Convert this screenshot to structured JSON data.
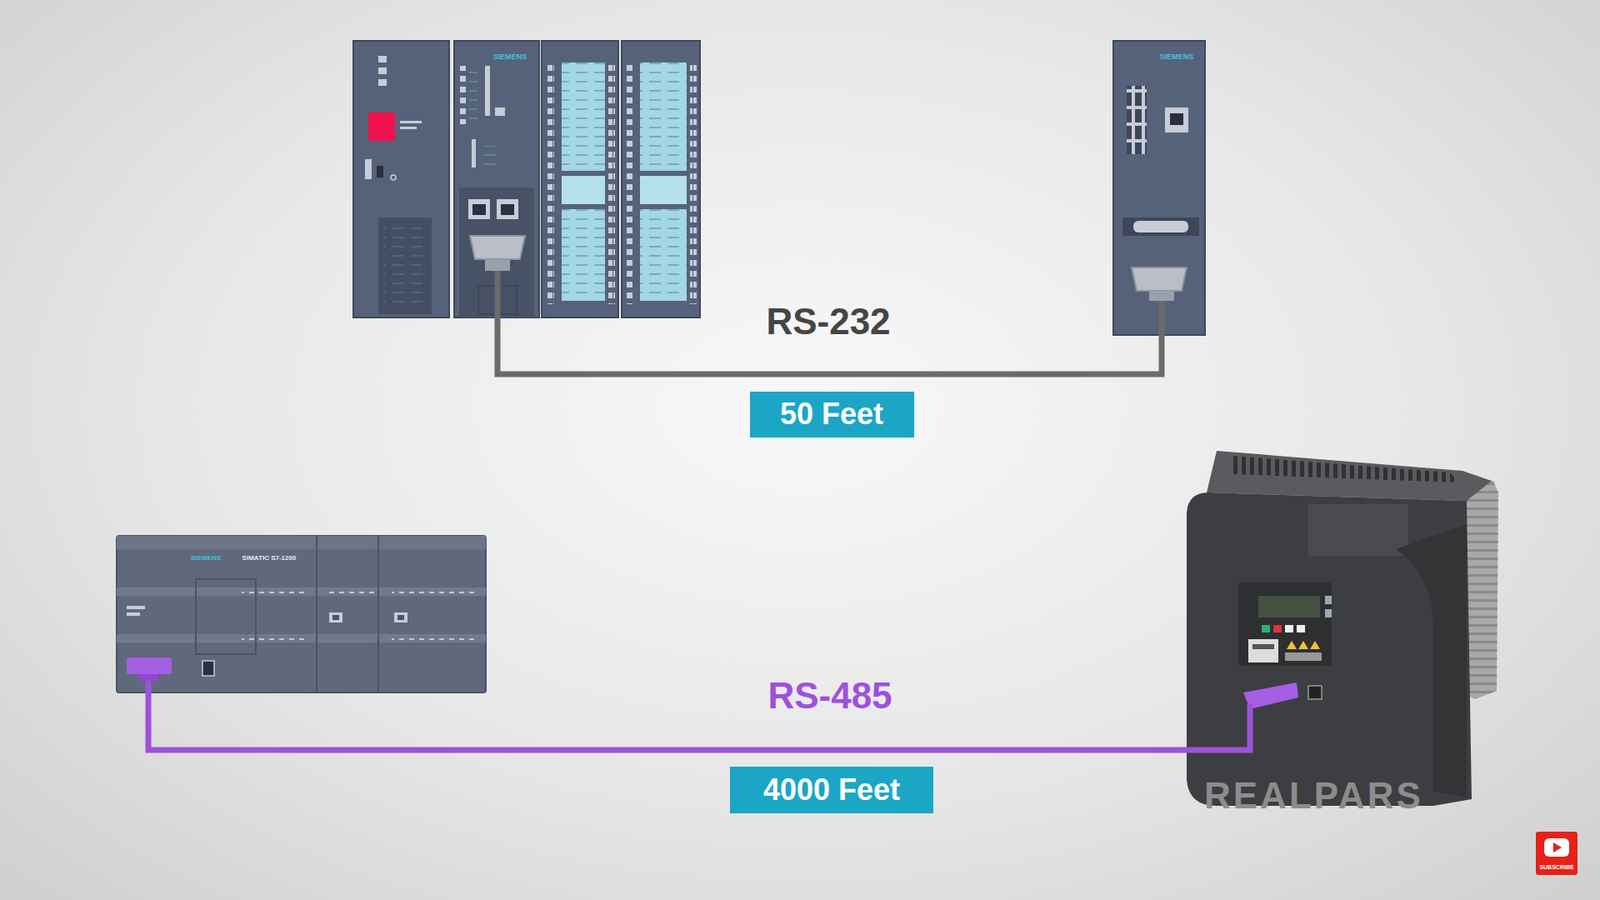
{
  "diagram": {
    "nodes": [
      {
        "text": [
          "SIEMENS"
        ]
      },
      {
        "text": [
          "SIEMENS"
        ]
      },
      {
        "text": [
          "50 Feet"
        ]
      },
      {
        "text": []
      },
      {
        "text": [
          "SIEMENS",
          "SIMATIC S7-1200"
        ]
      },
      {
        "text": [
          "4000 Feet"
        ]
      }
    ],
    "edges": [
      {
        "from": 0,
        "to": 1,
        "arrow": "none",
        "label": "RS-232"
      },
      {
        "from": 4,
        "to": 3,
        "arrow": "none",
        "label": "RS-485"
      }
    ],
    "labels": [
      "REALPARS",
      "SUBSCRIBE"
    ]
  }
}
